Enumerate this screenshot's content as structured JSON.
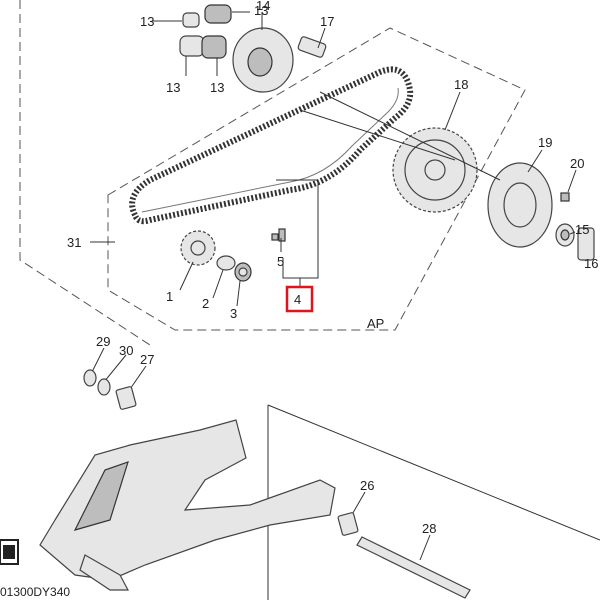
{
  "callouts": [
    "13",
    "13",
    "13",
    "13",
    "14",
    "17",
    "18",
    "19",
    "20",
    "15",
    "16",
    "31",
    "1",
    "2",
    "3",
    "5",
    "4",
    "AP",
    "29",
    "30",
    "27",
    "26",
    "28"
  ],
  "highlighted_callout": "4",
  "diagram_code": "01300DY340",
  "colors": {
    "highlight": "#e0141c",
    "line": "#333333",
    "part_fill": "#e6e6e6"
  }
}
